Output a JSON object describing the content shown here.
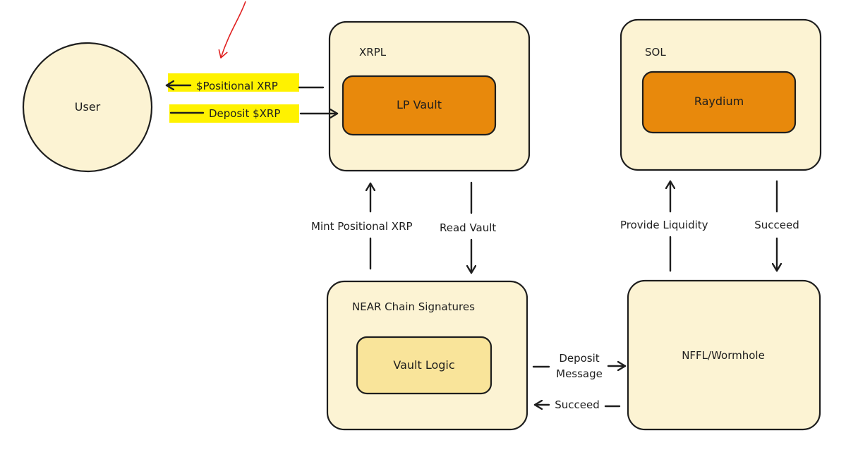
{
  "nodes": {
    "user": "User",
    "xrpl": "XRPL",
    "lp_vault": "LP Vault",
    "sol": "SOL",
    "raydium": "Raydium",
    "near": "NEAR Chain Signatures",
    "vault_logic": "Vault Logic",
    "nffl": "NFFL/Wormhole"
  },
  "edges": {
    "positional_xrp": "$Positional XRP",
    "deposit_xrp": "Deposit $XRP",
    "mint_positional": "Mint Positional XRP",
    "read_vault": "Read Vault",
    "provide_liquidity": "Provide Liquidity",
    "succeed_sol": "Succeed",
    "deposit_message_1": "Deposit",
    "deposit_message_2": "Message",
    "succeed_near": "Succeed"
  },
  "colors": {
    "container_fill": "#fcf3d3",
    "inner_orange": "#e8890c",
    "inner_yellow": "#f9e49a",
    "highlight": "#fff200",
    "annotation_red": "#e02020"
  }
}
